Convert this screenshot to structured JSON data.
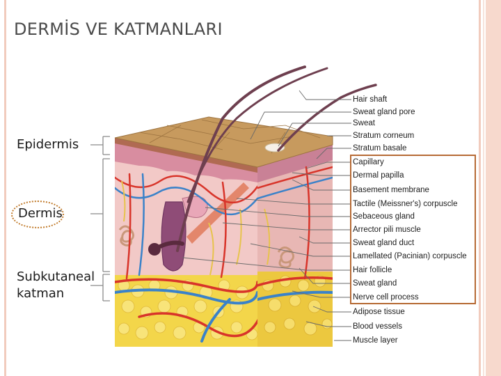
{
  "slide": {
    "title": "DERMİS VE KATMANLARI",
    "layers": {
      "epidermis": "Epidermis",
      "dermis": "Dermis",
      "subcutaneous_line1": "Subkutaneal",
      "subcutaneous_line2": "katman"
    },
    "structures": [
      "Hair shaft",
      "Sweat gland pore",
      "Sweat",
      "Stratum corneum",
      "Stratum basale",
      "Capillary",
      "Dermal papilla",
      "Basement membrane",
      "Tactile (Meissner's) corpuscle",
      "Sebaceous gland",
      "Arrector pili muscle",
      "Sweat gland duct",
      "Lamellated (Pacinian) corpuscle",
      "Hair follicle",
      "Sweat gland",
      "Nerve cell process",
      "Adipose tissue",
      "Blood vessels",
      "Muscle layer"
    ],
    "colors": {
      "frame": "#f1cbbd",
      "callout_box": "#b66a34",
      "dermis_highlight": "#c07a2a",
      "epidermis_top": "#c79a5e",
      "dermis_tissue": "#f2c9c7",
      "adipose": "#f3d64a",
      "artery": "#d8342a",
      "vein": "#3a82c9",
      "nerve": "#e7c34c"
    }
  }
}
